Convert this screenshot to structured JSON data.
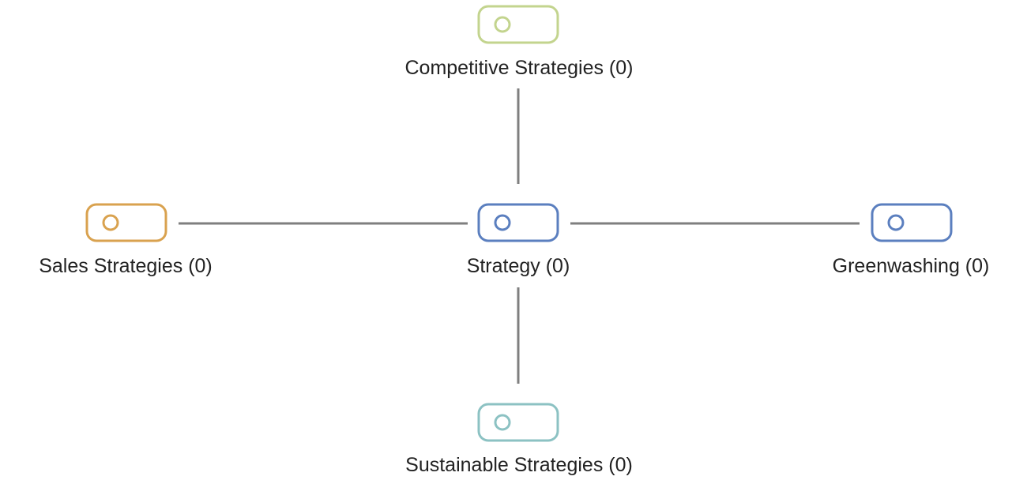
{
  "diagram": {
    "nodes": {
      "competitive": {
        "label": "Competitive Strategies (0)",
        "color": "#c3d48e"
      },
      "sales": {
        "label": "Sales Strategies (0)",
        "color": "#d9a24f"
      },
      "strategy": {
        "label": "Strategy (0)",
        "color": "#5b7fbf"
      },
      "greenwashing": {
        "label": "Greenwashing (0)",
        "color": "#5b7fbf"
      },
      "sustainable": {
        "label": "Sustainable Strategies (0)",
        "color": "#8cc2c3"
      }
    },
    "edges": [
      {
        "from": "strategy",
        "to": "competitive"
      },
      {
        "from": "strategy",
        "to": "sales"
      },
      {
        "from": "strategy",
        "to": "greenwashing"
      },
      {
        "from": "strategy",
        "to": "sustainable"
      }
    ],
    "line_color": "#7f7f7f"
  }
}
